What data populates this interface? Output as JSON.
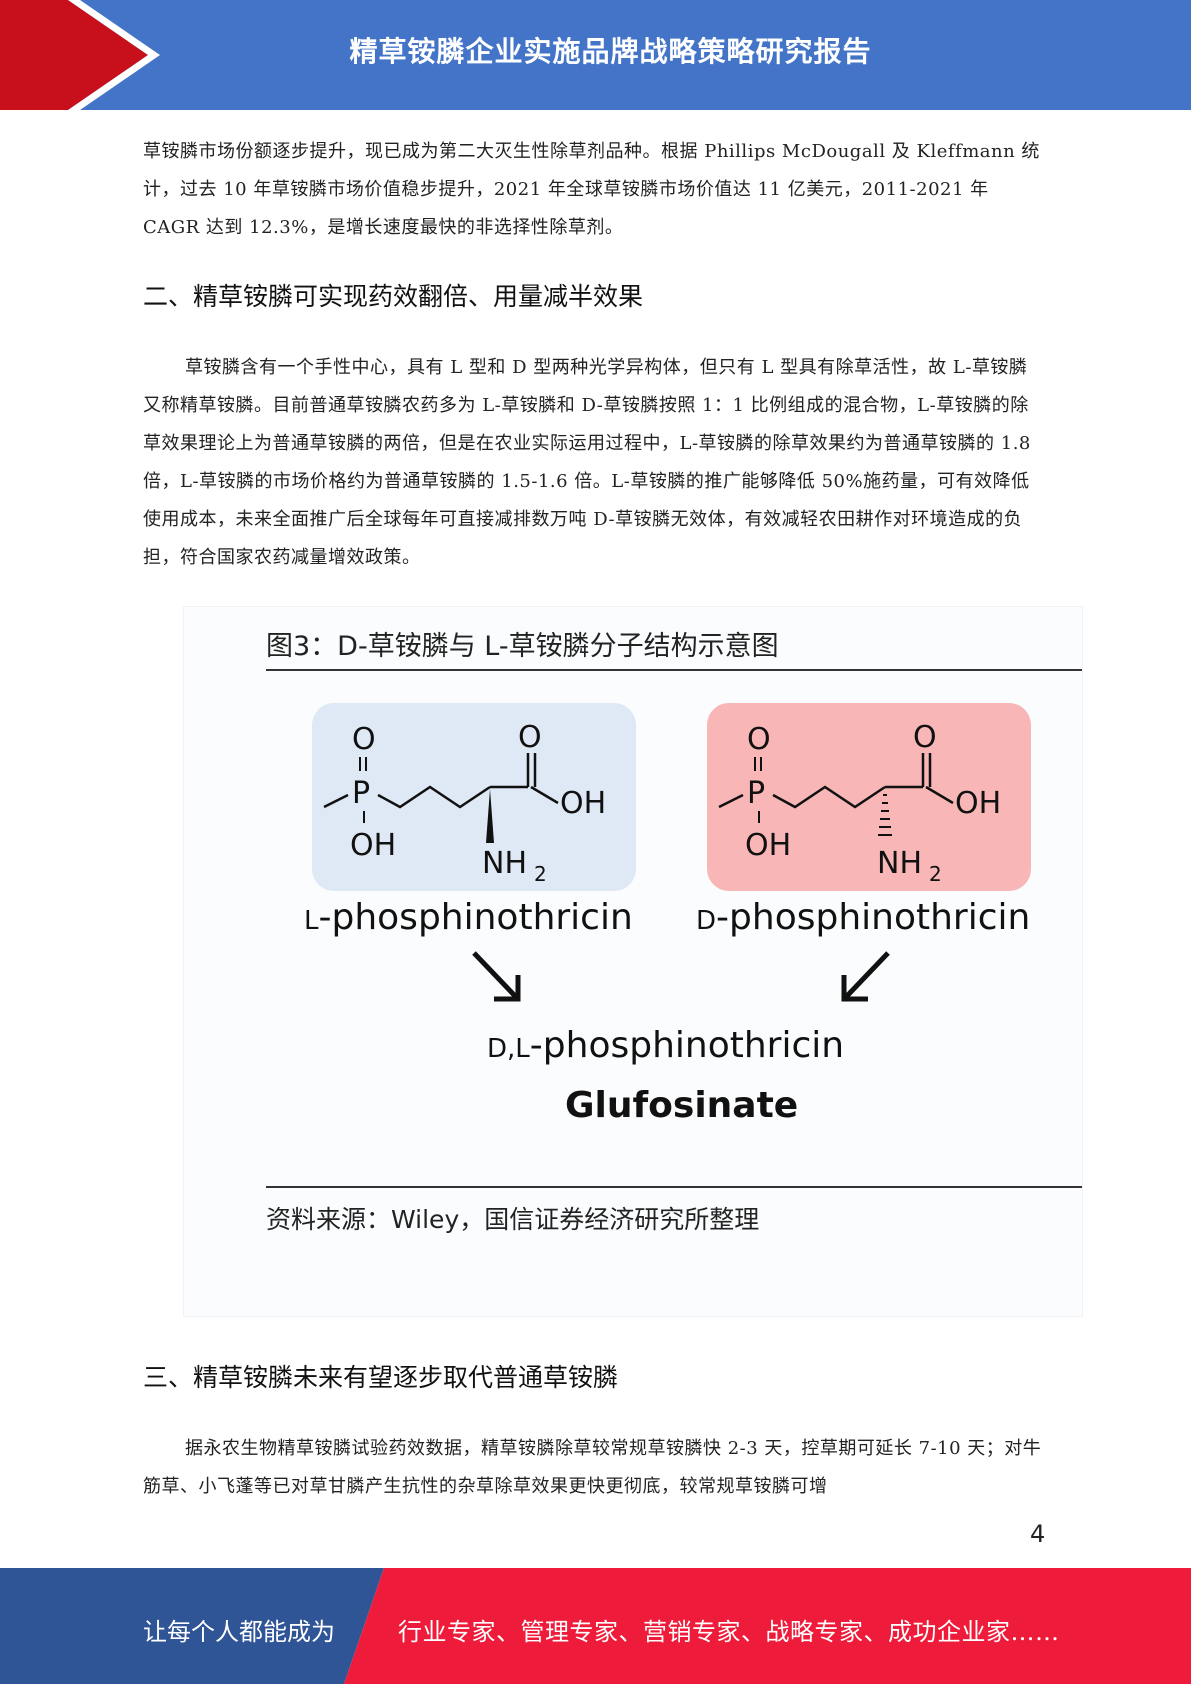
{
  "header": {
    "title": "精草铵膦企业实施品牌战略策略研究报告",
    "colors": {
      "bar": "#4374c7",
      "accent": "#c8101c"
    }
  },
  "body": {
    "p1": "草铵膦市场份额逐步提升，现已成为第二大灭生性除草剂品种。根据 Phillips McDougall 及 Kleffmann 统计，过去 10 年草铵膦市场价值稳步提升，2021 年全球草铵膦市场价值达 11 亿美元，2011-2021 年 CAGR 达到 12.3%，是增长速度最快的非选择性除草剂。",
    "h2": "二、精草铵膦可实现药效翻倍、用量减半效果",
    "p2": "草铵膦含有一个手性中心，具有 L 型和 D 型两种光学异构体，但只有 L 型具有除草活性，故 L-草铵膦又称精草铵膦。目前普通草铵膦农药多为 L-草铵膦和 D-草铵膦按照 1：1 比例组成的混合物，L-草铵膦的除草效果理论上为普通草铵膦的两倍，但是在农业实际运用过程中，L-草铵膦的除草效果约为普通草铵膦的 1.8 倍，L-草铵膦的市场价格约为普通草铵膦的 1.5-1.6 倍。L-草铵膦的推广能够降低 50%施药量，可有效降低使用成本，未来全面推广后全球每年可直接减排数万吨 D-草铵膦无效体，有效减轻农田耕作对环境造成的负担，符合国家农药减量增效政策。",
    "h3": "三、精草铵膦未来有望逐步取代普通草铵膦",
    "p3": "据永农生物精草铵膦试验药效数据，精草铵膦除草较常规草铵膦快 2-3 天，控草期可延长 7-10 天；对牛筋草、小飞蓬等已对草甘膦产生抗性的杂草除草效果更快更彻底，较常规草铵膦可增"
  },
  "figure": {
    "title": "图3：D-草铵膦与 L-草铵膦分子结构示意图",
    "mol_labels": {
      "o": "O",
      "p": "P",
      "oh": "OH",
      "nh": "NH",
      "sub2": "2"
    },
    "l_prefix": "L",
    "d_prefix": "D",
    "iso_suffix": "-phosphinothricin",
    "dl_prefix": "D,L",
    "dl_suffix": "-phosphinothricin",
    "glufosinate": "Glufosinate",
    "source": "资料来源：Wiley，国信证券经济研究所整理",
    "colors": {
      "l_box": "#dfe8f5",
      "d_box": "#f8b6b6"
    }
  },
  "page_number": "4",
  "footer": {
    "left": "让每个人都能成为",
    "right": "行业专家、管理专家、营销专家、战略专家、成功企业家……",
    "colors": {
      "left": "#2f5597",
      "right": "#ee1c3a"
    }
  }
}
